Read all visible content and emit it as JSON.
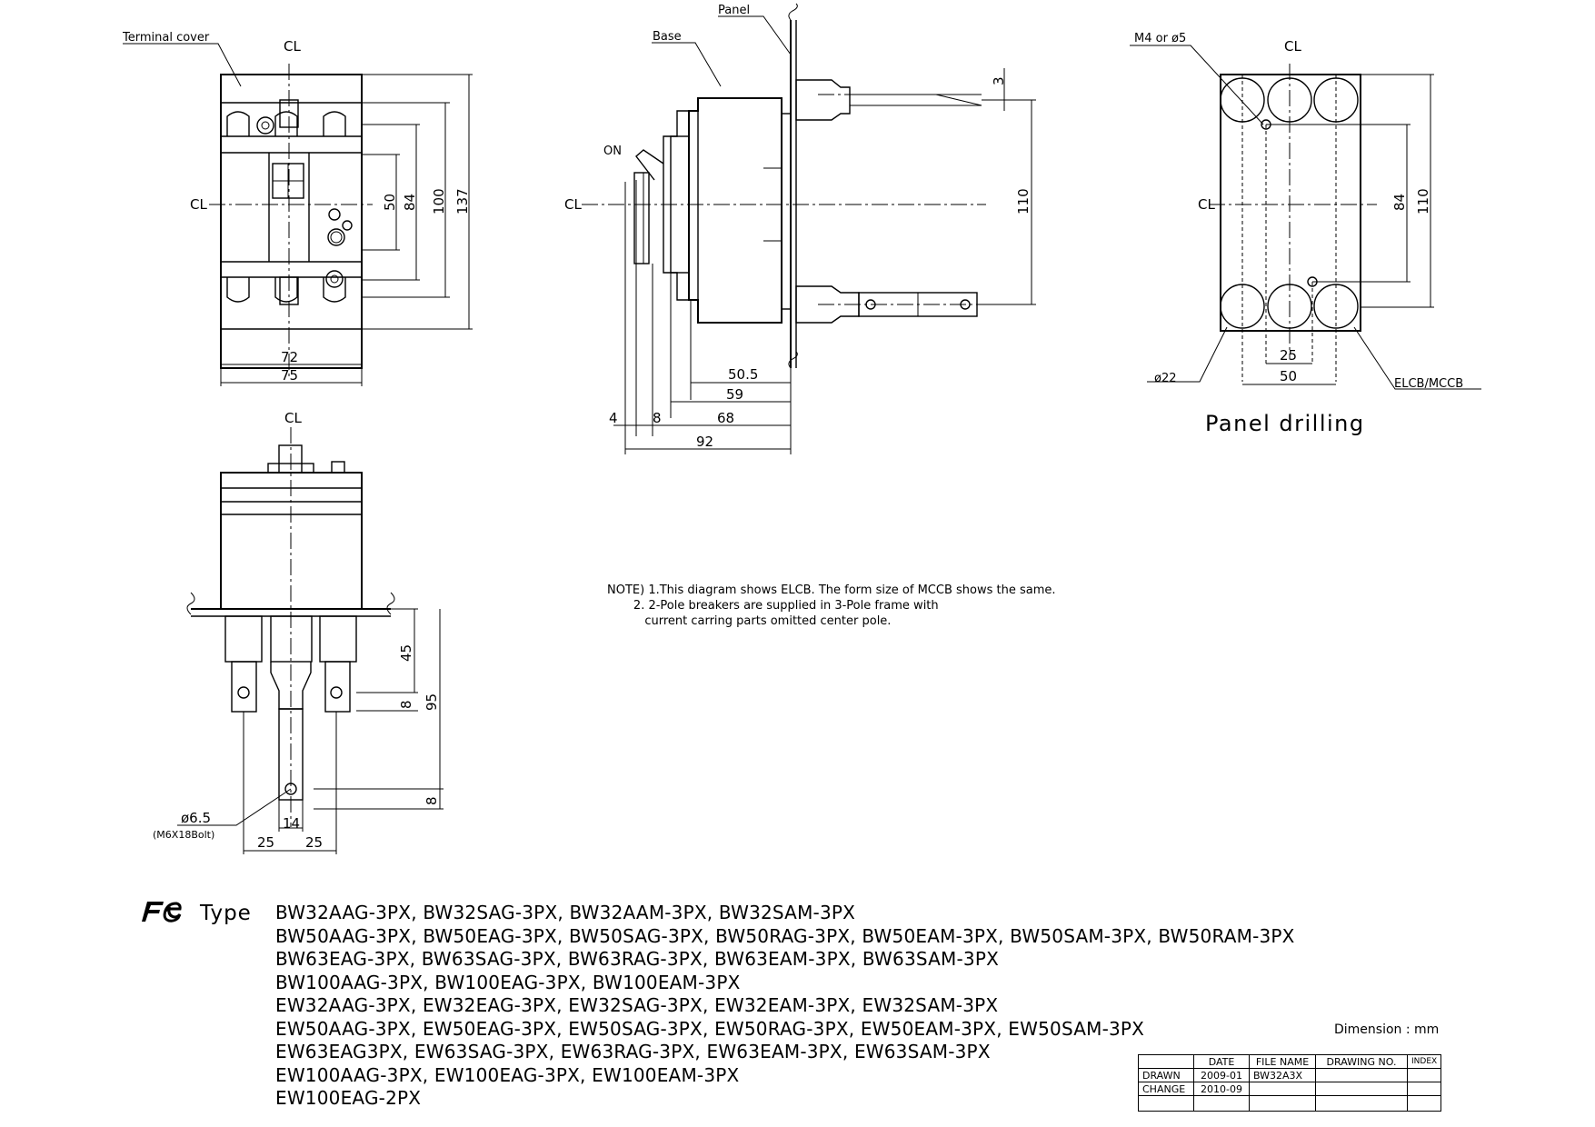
{
  "labels": {
    "terminal_cover": "Terminal cover",
    "base": "Base",
    "panel": "Panel",
    "on": "ON",
    "m4_or_m5": "M4 or ø5",
    "phi22": "ø22",
    "elcb_mccb": "ELCB/MCCB",
    "phi65": "ø6.5",
    "bolt": "(M6X18Bolt)",
    "panel_drilling": "Panel drilling",
    "cl": "CL"
  },
  "dimensions": {
    "front": {
      "d50": "50",
      "d84": "84",
      "d100": "100",
      "d137": "137",
      "w72": "72",
      "w75": "75"
    },
    "side": {
      "d3": "3",
      "d110": "110",
      "d50_5": "50.5",
      "d59": "59",
      "d4": "4",
      "d8": "8",
      "d68": "68",
      "d92": "92"
    },
    "drill": {
      "d84": "84",
      "d110": "110",
      "d25": "25",
      "d50": "50"
    },
    "bottom": {
      "d45": "45",
      "d8a": "8",
      "d95": "95",
      "d8b": "8",
      "d14": "14",
      "d25a": "25",
      "d25b": "25"
    }
  },
  "note": {
    "line1": "NOTE) 1.This diagram shows ELCB. The form size of MCCB shows the same.",
    "line2": "       2. 2-Pole breakers are supplied in 3-Pole frame with",
    "line3": "          current carring parts omitted center pole."
  },
  "type_label": "Type",
  "types": [
    "BW32AAG-3PX, BW32SAG-3PX, BW32AAM-3PX, BW32SAM-3PX",
    "BW50AAG-3PX, BW50EAG-3PX, BW50SAG-3PX, BW50RAG-3PX, BW50EAM-3PX, BW50SAM-3PX, BW50RAM-3PX",
    "BW63EAG-3PX, BW63SAG-3PX, BW63RAG-3PX, BW63EAM-3PX, BW63SAM-3PX",
    "BW100AAG-3PX, BW100EAG-3PX, BW100EAM-3PX",
    "EW32AAG-3PX, EW32EAG-3PX, EW32SAG-3PX, EW32EAM-3PX, EW32SAM-3PX",
    "EW50AAG-3PX, EW50EAG-3PX, EW50SAG-3PX, EW50RAG-3PX, EW50EAM-3PX, EW50SAM-3PX",
    "EW63EAG3PX, EW63SAG-3PX, EW63RAG-3PX, EW63EAM-3PX, EW63SAM-3PX",
    "EW100AAG-3PX, EW100EAG-3PX, EW100EAM-3PX",
    "EW100EAG-2PX"
  ],
  "dimension_unit": "Dimension : mm",
  "title_block": {
    "headers": [
      "",
      "DATE",
      "FILE NAME",
      "DRAWING NO.",
      "INDEX"
    ],
    "drawn_label": "DRAWN",
    "drawn_date": "2009-01",
    "file_name": "BW32A3X",
    "change_label": "CHANGE",
    "change_date": "2010-09"
  }
}
